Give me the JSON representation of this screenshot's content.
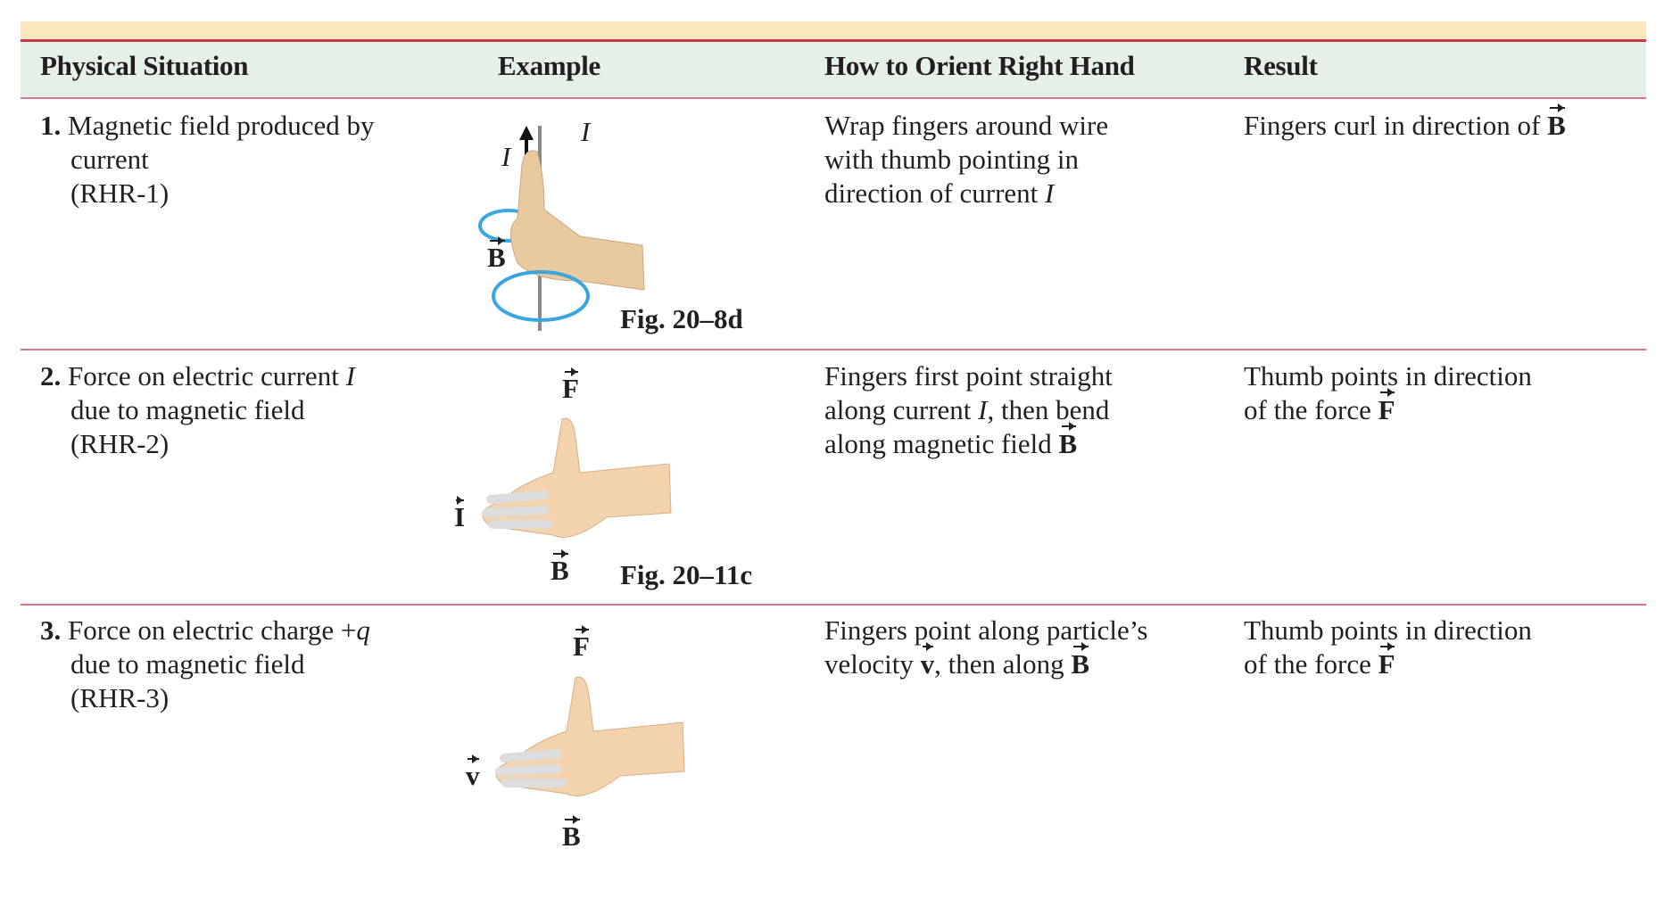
{
  "headers": [
    "Physical Situation",
    "Example",
    "How to Orient Right Hand",
    "Result"
  ],
  "rows": [
    {
      "number": "1.",
      "situation": [
        "Magnetic field produced by",
        "current",
        "(RHR-1)"
      ],
      "figure": "Fig. 20–8d",
      "labels": {
        "current_a": "I",
        "current_b": "I",
        "field": "B"
      },
      "orient": {
        "l1": "Wrap fingers around wire",
        "l2": "with thumb pointing in",
        "l3a": "direction of current ",
        "l3b": "I"
      },
      "result": {
        "l1a": "Fingers curl in direction of ",
        "l1v": "B"
      }
    },
    {
      "number": "2.",
      "situation": {
        "l1a": "Force on electric current ",
        "l1b": "I",
        "l2": "due to magnetic field",
        "l3": "(RHR-2)"
      },
      "figure": "Fig. 20–11c",
      "labels": {
        "force": "F",
        "current": "I",
        "field": "B"
      },
      "orient": {
        "l1": "Fingers first point straight",
        "l2a": "along current ",
        "l2b": "I",
        ",": ",",
        "l2c": " then bend",
        "l3a": "along magnetic field ",
        "l3v": "B"
      },
      "result": {
        "l1": "Thumb points in direction",
        "l2a": "of the force ",
        "l2v": "F"
      }
    },
    {
      "number": "3.",
      "situation": {
        "l1a": "Force on electric charge +",
        "l1b": "q",
        "l2": "due to magnetic field",
        "l3": "(RHR-3)"
      },
      "labels": {
        "force": "F",
        "velocity": "v",
        "field": "B"
      },
      "orient": {
        "l1": "Fingers point along particle’s",
        "l2a": "velocity ",
        "l2v": "v",
        "l2b": ",  then along ",
        "l2v2": "B"
      },
      "result": {
        "l1": "Thumb points in direction",
        "l2a": "of the force ",
        "l2v": "F"
      }
    }
  ],
  "colors": {
    "header_bg": "#e5f0e6",
    "title_band": "#fbe6bd",
    "rule": "#c8374f",
    "field_lines": "#3aa6e0",
    "skin": "#e8c9a0"
  }
}
